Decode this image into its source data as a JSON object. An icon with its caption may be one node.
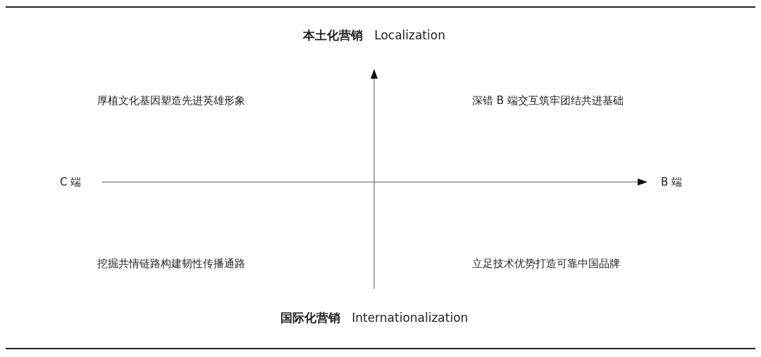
{
  "diagram": {
    "labels": [
      "**本土化营销**   Localization",
      "厚植文化基因塑造先进英雄形象",
      "深错 B 端交互筑牢团结共进基础",
      "C 端",
      "B 端",
      "挖掘共情链路构建韧性传播通路",
      "立足技术优势打造可靠中国品牌",
      "**国际化营销**   Internationalization"
    ]
  }
}
